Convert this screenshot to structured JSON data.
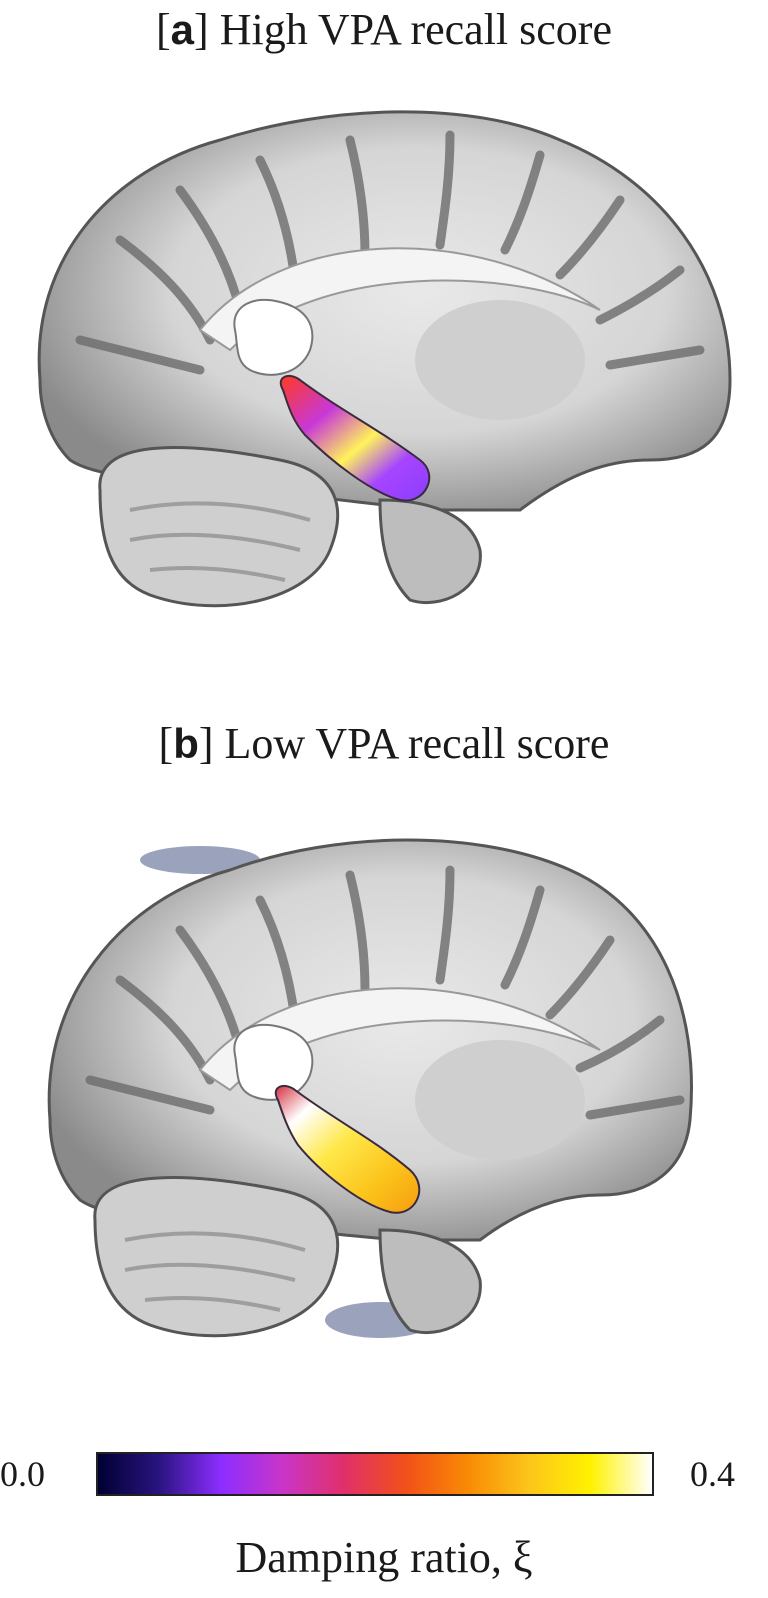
{
  "panels": [
    {
      "letter": "a",
      "title": "High VPA recall score",
      "overlay_level": 0.18
    },
    {
      "letter": "b",
      "title": "Low VPA recall score",
      "overlay_level": 0.34
    }
  ],
  "colorbar": {
    "min_label": "0.0",
    "max_label": "0.4",
    "title": "Damping ratio, ξ",
    "colormap": [
      "#000033",
      "#2a1480",
      "#8c2eff",
      "#c935c8",
      "#e0306a",
      "#f2501a",
      "#f98a05",
      "#fcc51a",
      "#fff200",
      "#ffffff"
    ]
  }
}
